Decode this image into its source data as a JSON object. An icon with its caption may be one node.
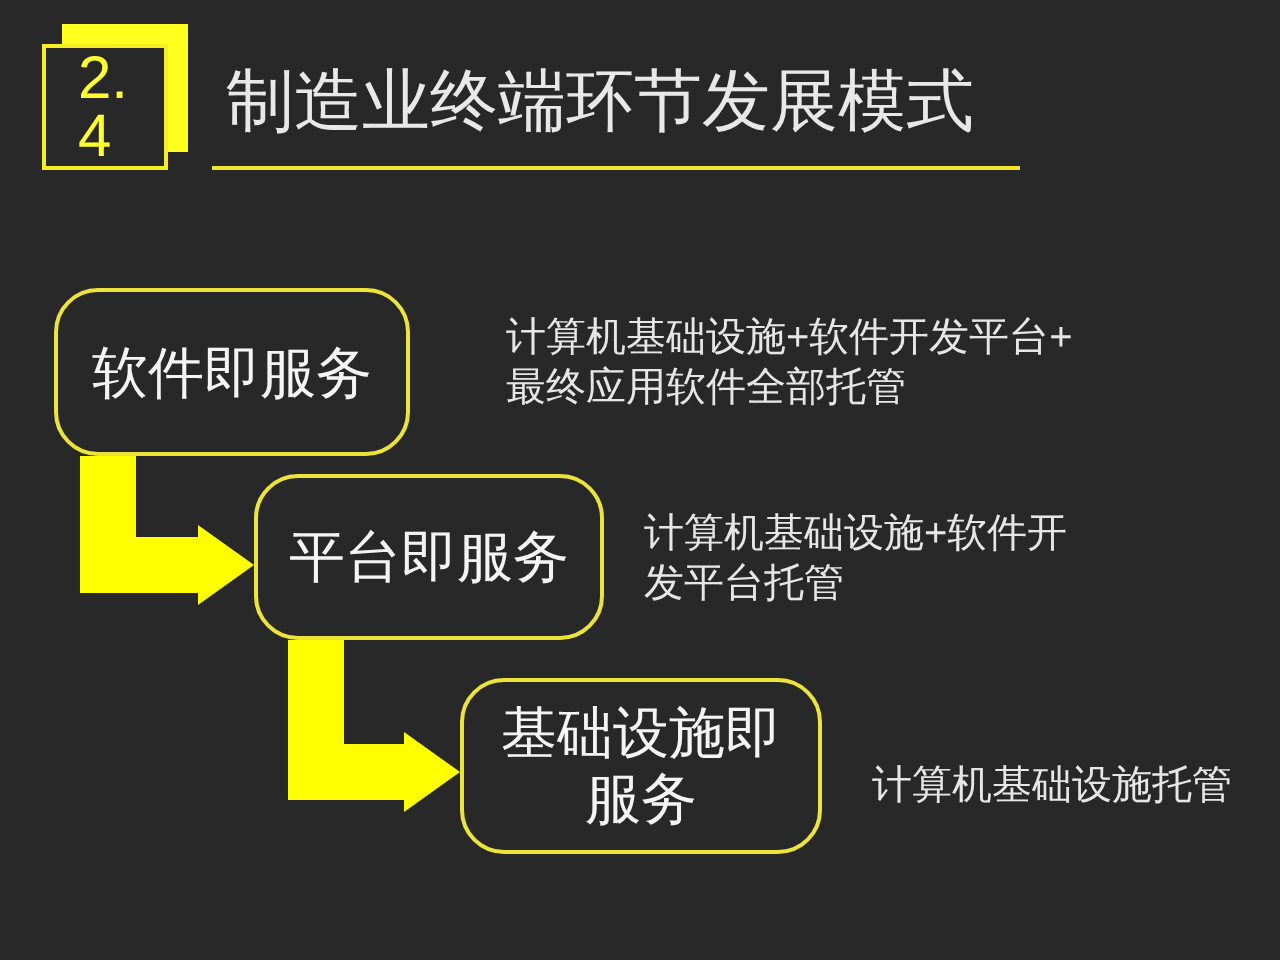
{
  "diagram": {
    "title": "制造业终端环节发展模式",
    "nodes": [
      {
        "text": [
          "2.4"
        ]
      },
      {
        "text": [
          "软件即服务"
        ],
        "beside": [
          "计算机基础设施+软件开发平台+最终应用软件全部托管"
        ]
      },
      {
        "text": [
          "平台即服务"
        ],
        "beside": [
          "计算机基础设施+软件开发平台托管"
        ]
      },
      {
        "text": [
          "基础设施即服务"
        ],
        "beside": [
          "计算机基础设施托管"
        ]
      }
    ],
    "edges": [
      {
        "from": 1,
        "to": 2,
        "arrow": "to"
      },
      {
        "from": 2,
        "to": 3,
        "arrow": "to"
      }
    ]
  }
}
